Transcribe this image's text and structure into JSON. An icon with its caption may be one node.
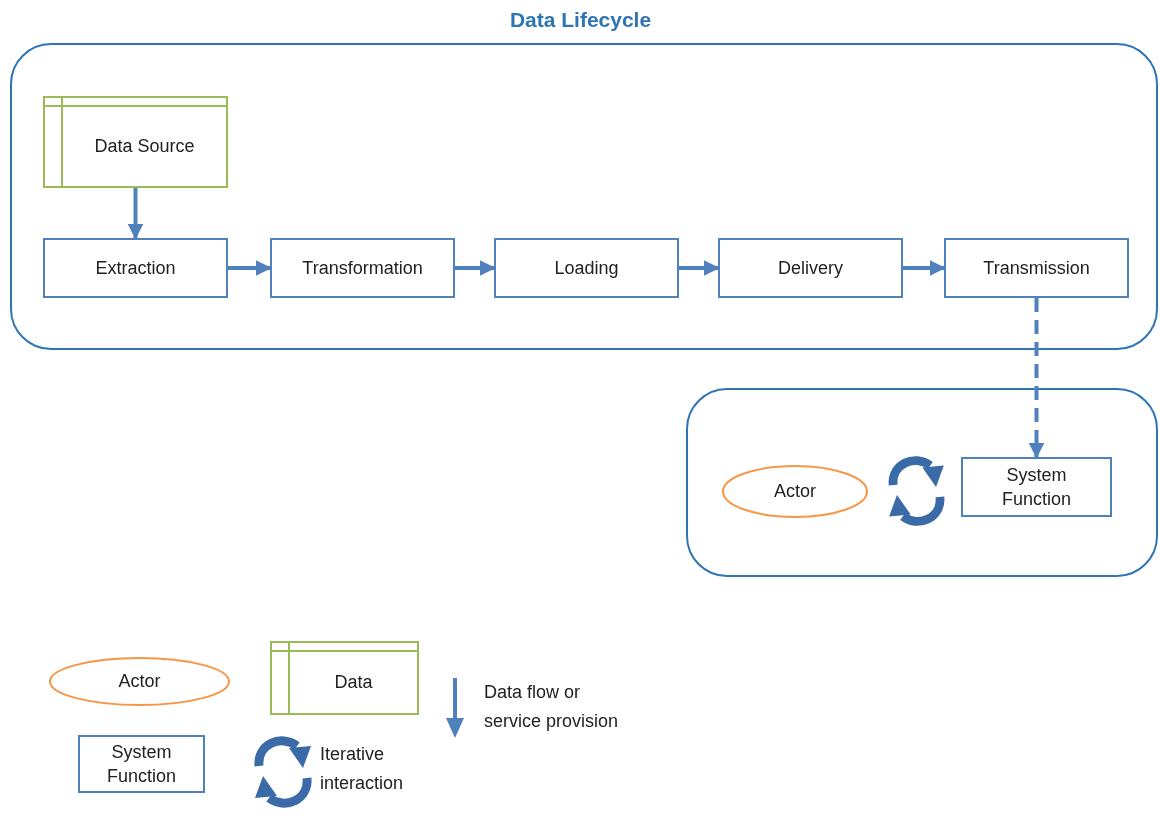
{
  "diagram": {
    "title": "Data Lifecycle",
    "nodes": [
      {
        "text": [],
        "shape": "box"
      },
      {
        "text": [
          "Data Source"
        ],
        "in": 0
      },
      {
        "text": [
          "Extraction"
        ],
        "in": 0
      },
      {
        "text": [
          "Transformation"
        ],
        "in": 0
      },
      {
        "text": [
          "Loading"
        ],
        "in": 0
      },
      {
        "text": [
          "Delivery"
        ],
        "in": 0
      },
      {
        "text": [
          "Transmission"
        ],
        "in": 0
      },
      {
        "text": [],
        "shape": "box"
      },
      {
        "text": [
          "Actor"
        ],
        "in": 7
      },
      {
        "text": [
          "System Function"
        ],
        "in": 7
      }
    ],
    "edges": [
      {
        "from": 1,
        "to": 2,
        "arrow": "to"
      },
      {
        "from": 2,
        "to": 3,
        "arrow": "to"
      },
      {
        "from": 3,
        "to": 4,
        "arrow": "to"
      },
      {
        "from": 4,
        "to": 5,
        "arrow": "to"
      },
      {
        "from": 5,
        "to": 6,
        "arrow": "to"
      },
      {
        "from": 6,
        "to": 9,
        "arrow": "to",
        "style": "dashed"
      }
    ],
    "legend": [
      {
        "text": "Actor"
      },
      {
        "text": "Data"
      },
      {
        "text": "System Function"
      },
      {
        "text": "Iterative interaction"
      },
      {
        "text": "Data flow or service provision"
      }
    ]
  }
}
